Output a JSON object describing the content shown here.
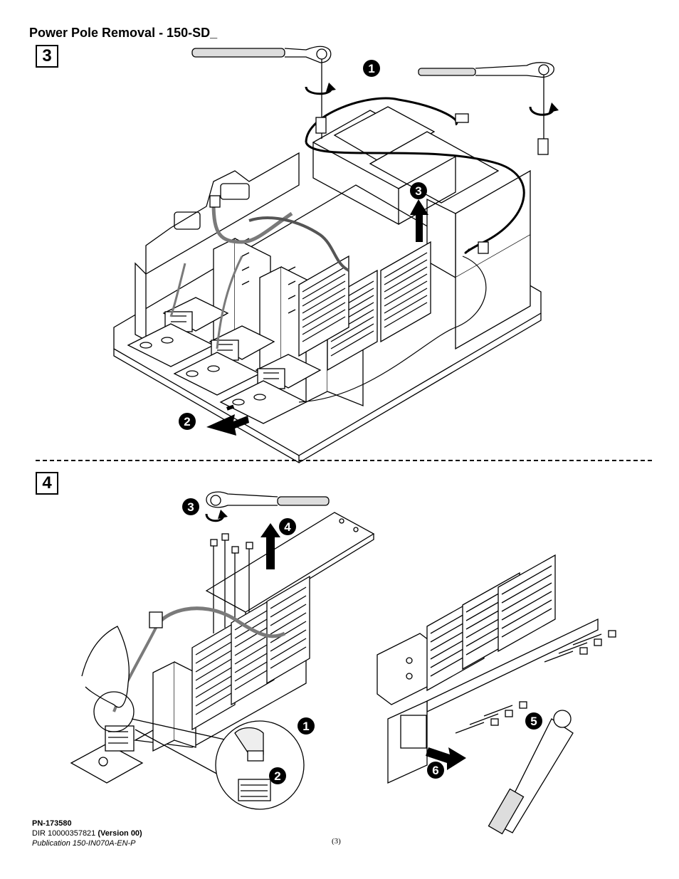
{
  "title": "Power Pole Removal - 150-SD_",
  "steps": [
    {
      "label": "3"
    },
    {
      "label": "4"
    }
  ],
  "callouts_step3": [
    "1",
    "2",
    "3"
  ],
  "callouts_step4": [
    "1",
    "2",
    "3",
    "4",
    "5",
    "6"
  ],
  "footer": {
    "part_number": "PN-173580",
    "dir_number": "DIR 10000357821",
    "version": "(Version 00)",
    "publication": "Publication 150-IN070A-EN-P"
  },
  "page_number": "(3)",
  "icons": [
    "ratchet-wrench-icon",
    "rotation-arrow-icon",
    "removal-arrow-icon",
    "hand-icon"
  ],
  "colors": {
    "ink": "#000000",
    "paper": "#ffffff",
    "cable": "#7a7a7a"
  }
}
